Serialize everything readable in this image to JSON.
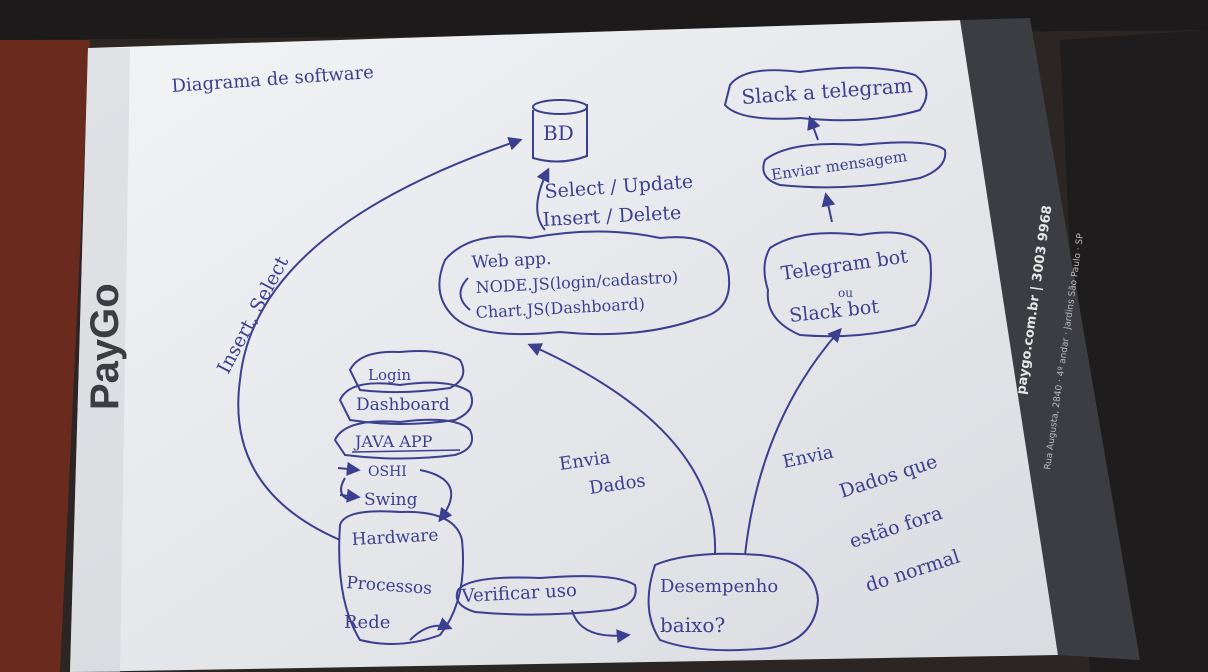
{
  "paper": {
    "brand": "PayGo",
    "side_text": "paygo.com.br | 3003 9968",
    "side_address": "Rua Augusta, 2840 · 4º andar · Jardins São Paulo · SP"
  },
  "diagram": {
    "title": "Diagrama de software",
    "database": "BD",
    "db_ops_line1": "Select / Update",
    "db_ops_line2": "Insert / Delete",
    "web_app": {
      "title": "Web app.",
      "item1": "NODE.JS(login/cadastro)",
      "item2": "Chart.JS(Dashboard)"
    },
    "slack_telegram": "Slack a telegram",
    "enviar_mensagem": "Enviar mensagem",
    "bot_line1": "Telegram bot",
    "bot_line2": "ou",
    "bot_line3": "Slack bot",
    "insert_select": "Insert, Select",
    "login": "Login",
    "dashboard": "Dashboard",
    "java_app": "JAVA APP",
    "oshi": "OSHI",
    "swing": "Swing",
    "hardware": "Hardware",
    "processos": "Processos",
    "rede": "Rede",
    "envia_dados_1": "Envia",
    "envia_dados_2": "Dados",
    "envia_2": "Envia",
    "dados_fora_1": "Dados que",
    "dados_fora_2": "estão fora",
    "dados_fora_3": "do normal",
    "verificar_uso": "Verificar uso",
    "desempenho_1": "Desempenho",
    "desempenho_2": "baixo?"
  },
  "colors": {
    "ink": "#3a3f8f",
    "paper": "#eceef2",
    "brand_panel": "#3b3d42"
  }
}
